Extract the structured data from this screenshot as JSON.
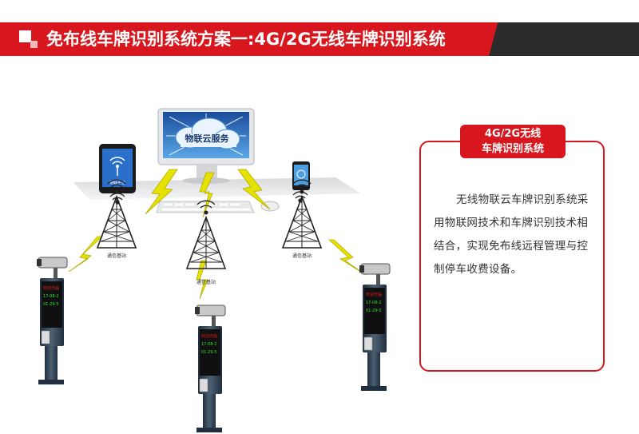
{
  "header": {
    "title": "免布线车牌识别系统方案一:4G/2G无线车牌识别系统",
    "accent_color": "#d7171d",
    "dark_color": "#2b2b2b"
  },
  "diagram": {
    "cloud_label": "物联云服务",
    "tower_left_label": "通信基站",
    "tower_center_label": "通信基站",
    "tower_right_label": "通信基站",
    "tablet_screen_text": "物联平台",
    "gate_display_lines": [
      "欢迎光临",
      "17-08-2",
      "01-29-5"
    ],
    "gate_icons": [
      "camera-icon",
      "wifi-signal-icon",
      "lightning-icon",
      "cloud-icon",
      "tower-icon"
    ]
  },
  "info": {
    "tag_line1": "4G/2G无线",
    "tag_line2": "车牌识别系统",
    "body": "无线物联云车牌识别系统采用物联网技术和车牌识别技术相结合，实现免布线远程管理与控制停车收费设备。"
  }
}
